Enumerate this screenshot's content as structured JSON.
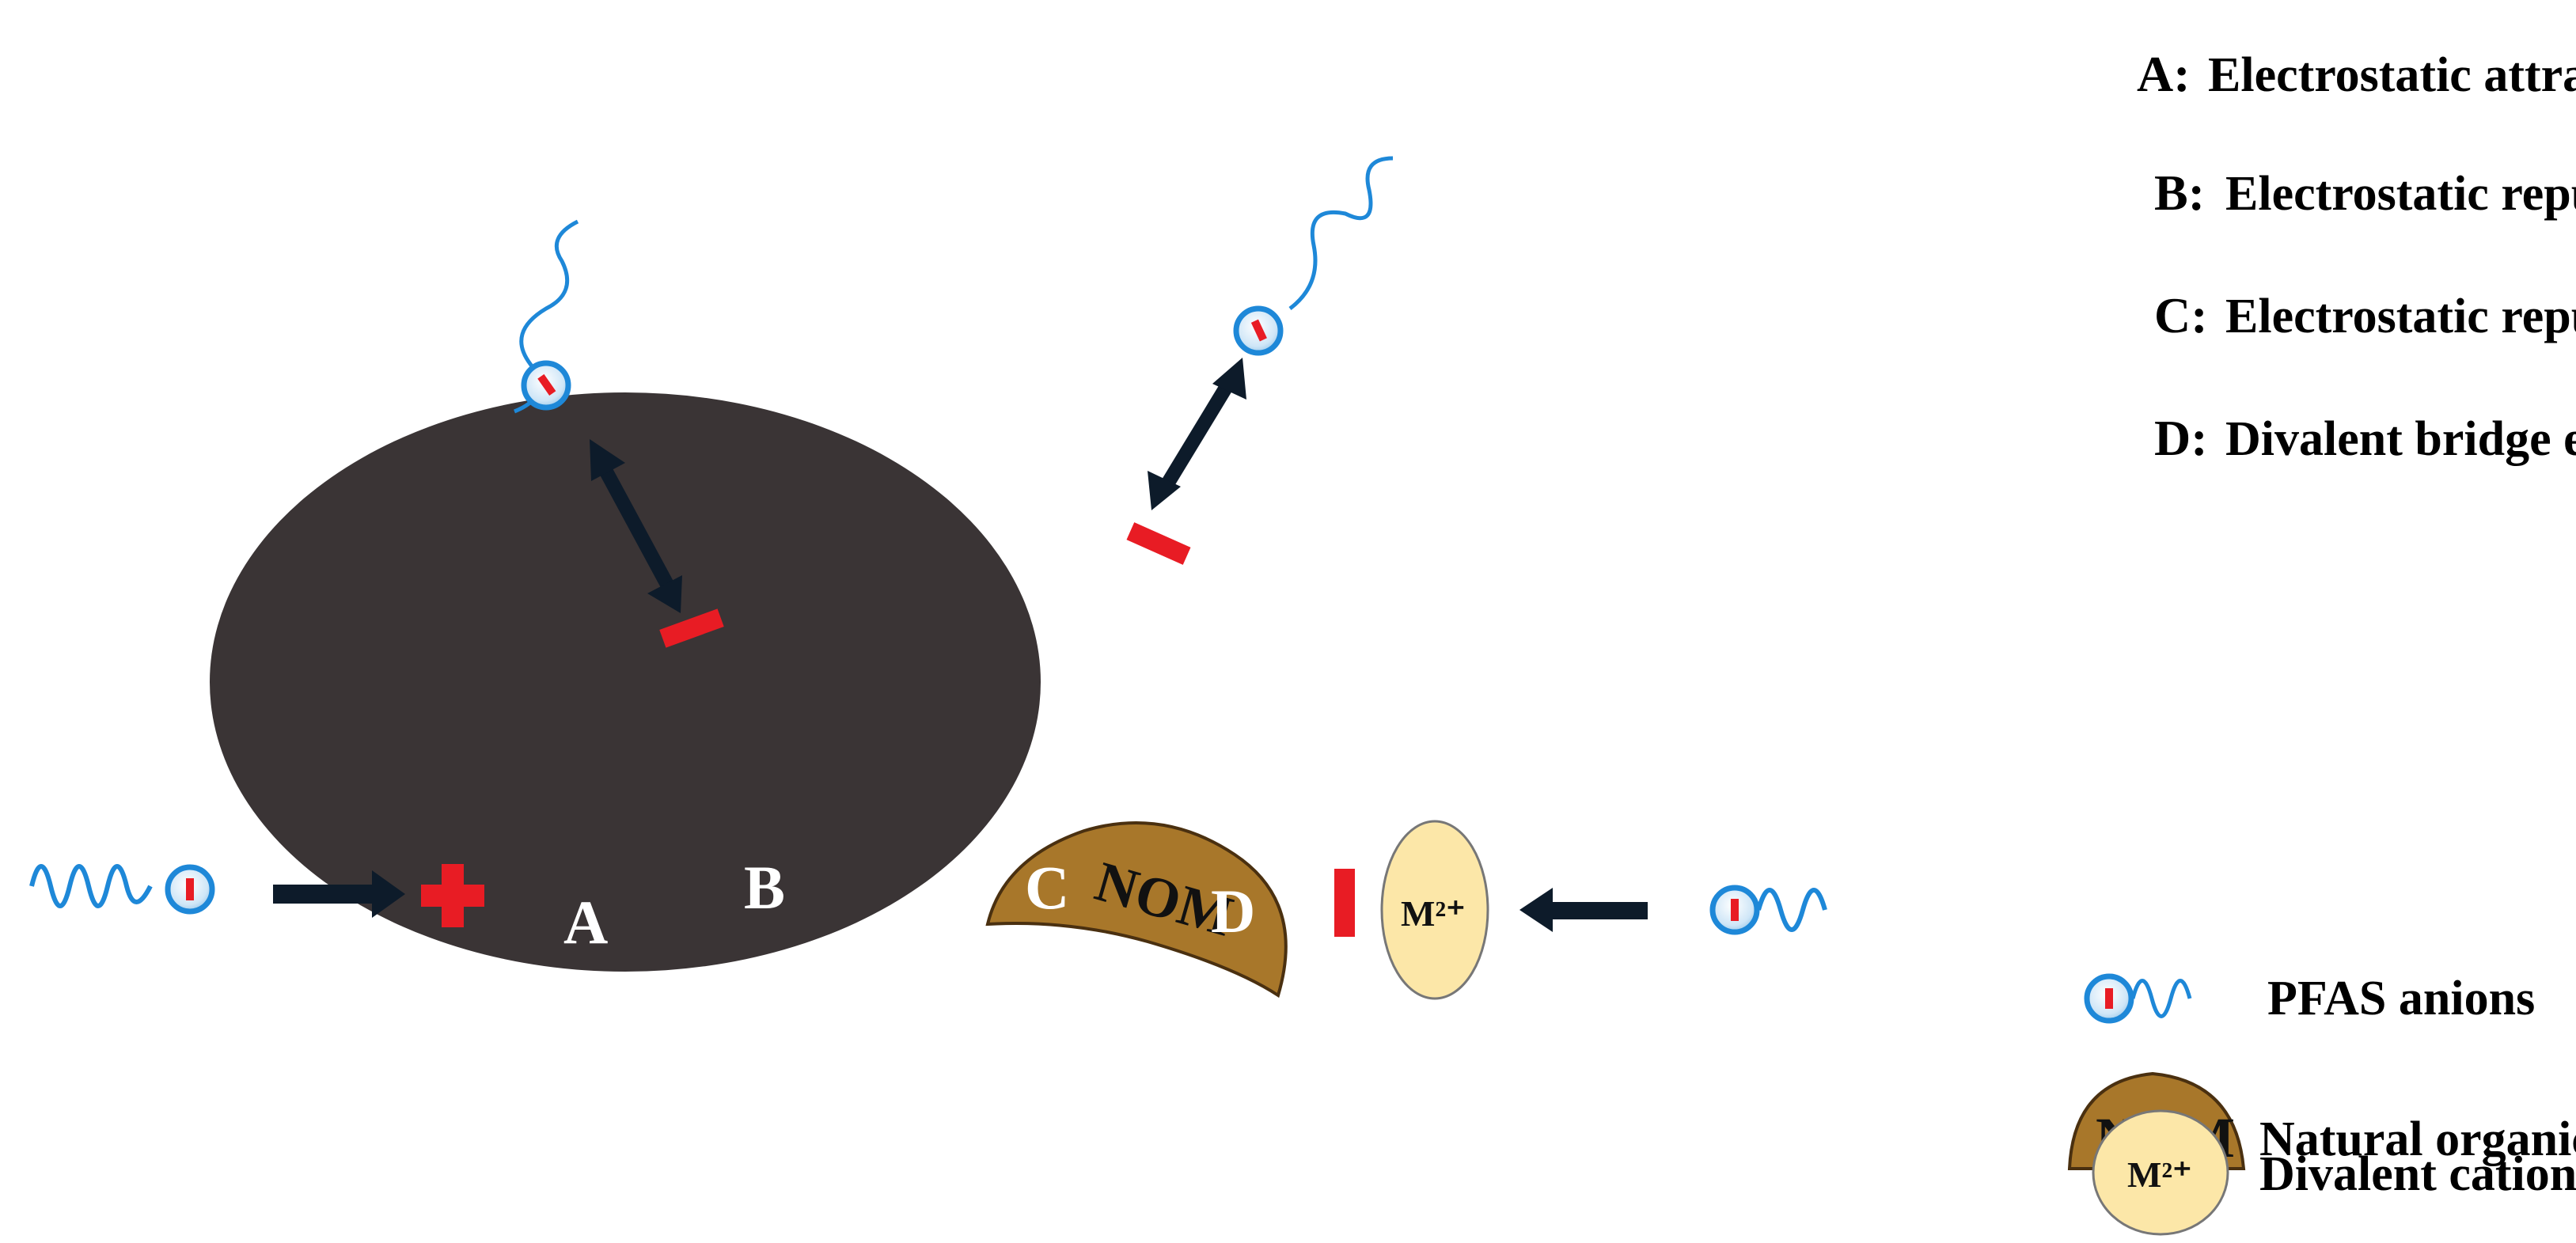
{
  "mechanisms": [
    {
      "key": "A:",
      "description": "Electrostatic attraction"
    },
    {
      "key": "B:",
      "description": "Electrostatic repulsion"
    },
    {
      "key": "C:",
      "description": "Electrostatic repulsion"
    },
    {
      "key": "D:",
      "description": "Divalent bridge effect"
    }
  ],
  "sites": {
    "a": "A",
    "b": "B",
    "c": "C",
    "d": "D"
  },
  "nom_label": "NOM",
  "cation_label": "M²⁺",
  "legend": {
    "pfas": "PFAS anions",
    "nom": "Natural organic matter",
    "nom_symbol": "NOM",
    "cation": "Divalent cations",
    "cation_symbol": "M²⁺"
  },
  "colors": {
    "particle": "#3a3435",
    "nom": "#a8772a",
    "cation": "#fce7a8",
    "pfas_blue": "#1e88d8",
    "charge_red": "#e81c24"
  }
}
